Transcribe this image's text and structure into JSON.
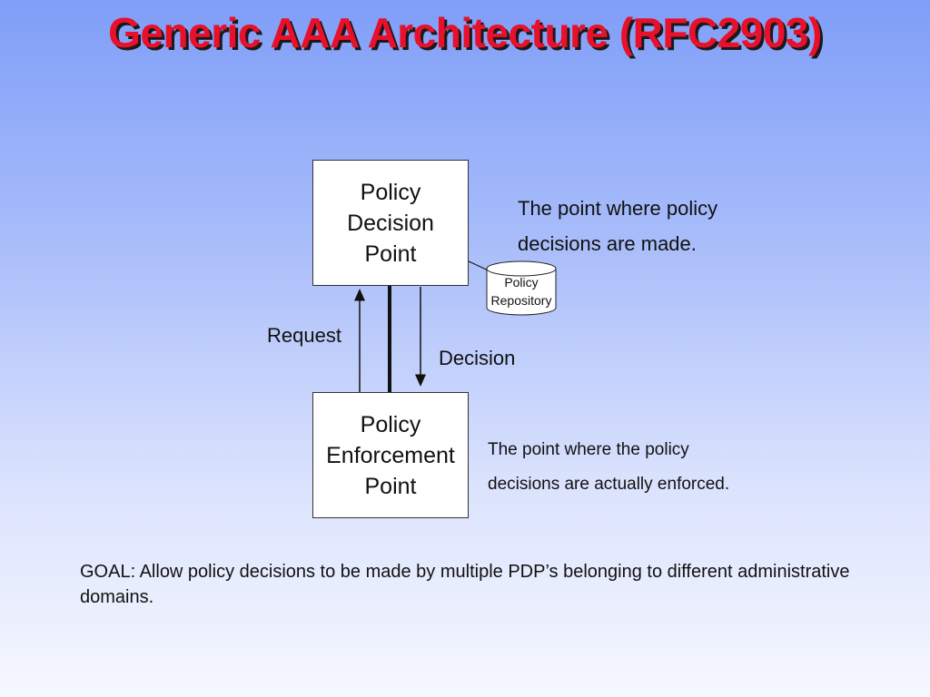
{
  "title": "Generic AAA Architecture (RFC2903)",
  "pdp": {
    "label": "Policy\nDecision\nPoint"
  },
  "pep": {
    "label": "Policy\nEnforcement\nPoint"
  },
  "repository": {
    "label": "Policy\nRepository"
  },
  "pdp_note": "The point where policy\ndecisions are made.",
  "pep_note": "The point where the policy\ndecisions are actually enforced.",
  "flows": {
    "request": "Request",
    "decision": "Decision"
  },
  "goal": "GOAL: Allow policy decisions to be made by multiple PDP’s belonging to different administrative domains.",
  "colors": {
    "title": "#e8102a",
    "title_shadow": "#1a1a1a",
    "box_fill": "#ffffff"
  }
}
